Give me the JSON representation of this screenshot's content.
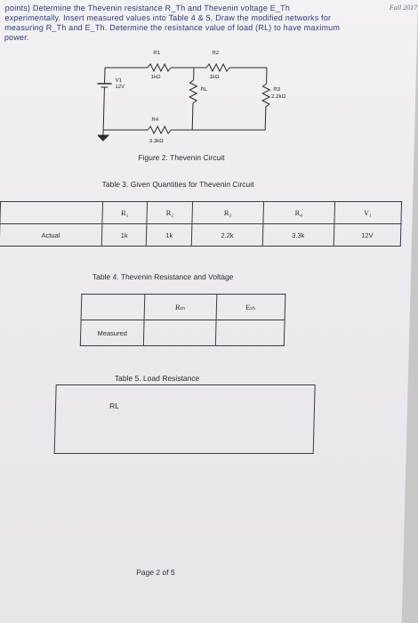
{
  "corner_note": "Fall 2017",
  "instructions": {
    "line1": "points) Determine the Thevenin resistance R_Th and Thevenin voltage E_Th",
    "line2": "experimentally. Insert measured values into Table 4 & 5. Draw the modified networks for",
    "line3": "measuring R_Th and E_Th. Determine the resistance value of load (RL) to have maximum",
    "line4": "power."
  },
  "circuit": {
    "r1_name": "R1",
    "r1_value": "1kΩ",
    "r2_name": "R2",
    "r2_value": "1kΩ",
    "r3_name": "R3",
    "r3_value": "2.2kΩ",
    "r4_name": "R4",
    "r4_value": "3.3kΩ",
    "rl_name": "RL",
    "v1_name": "V1",
    "v1_value": "12V"
  },
  "figure_caption": "Figure 2. Thevenin Circuit",
  "table3": {
    "caption": "Table 3. Given Quantities for Thevenin Circuit",
    "headers": [
      "",
      "R₁",
      "R₂",
      "R₃",
      "R₄",
      "V₁"
    ],
    "row_label": "Actual",
    "values": [
      "1k",
      "1k",
      "2.2k",
      "3.3k",
      "12V"
    ]
  },
  "table4": {
    "caption": "Table 4. Thevenin Resistance and Voltage",
    "headers": [
      "",
      "Rₜₕ",
      "Eₜₕ"
    ],
    "row_label": "Measured"
  },
  "table5": {
    "caption": "Table 5. Load Resistance",
    "row_label": "RL"
  },
  "footer": "Page 2 of 5"
}
